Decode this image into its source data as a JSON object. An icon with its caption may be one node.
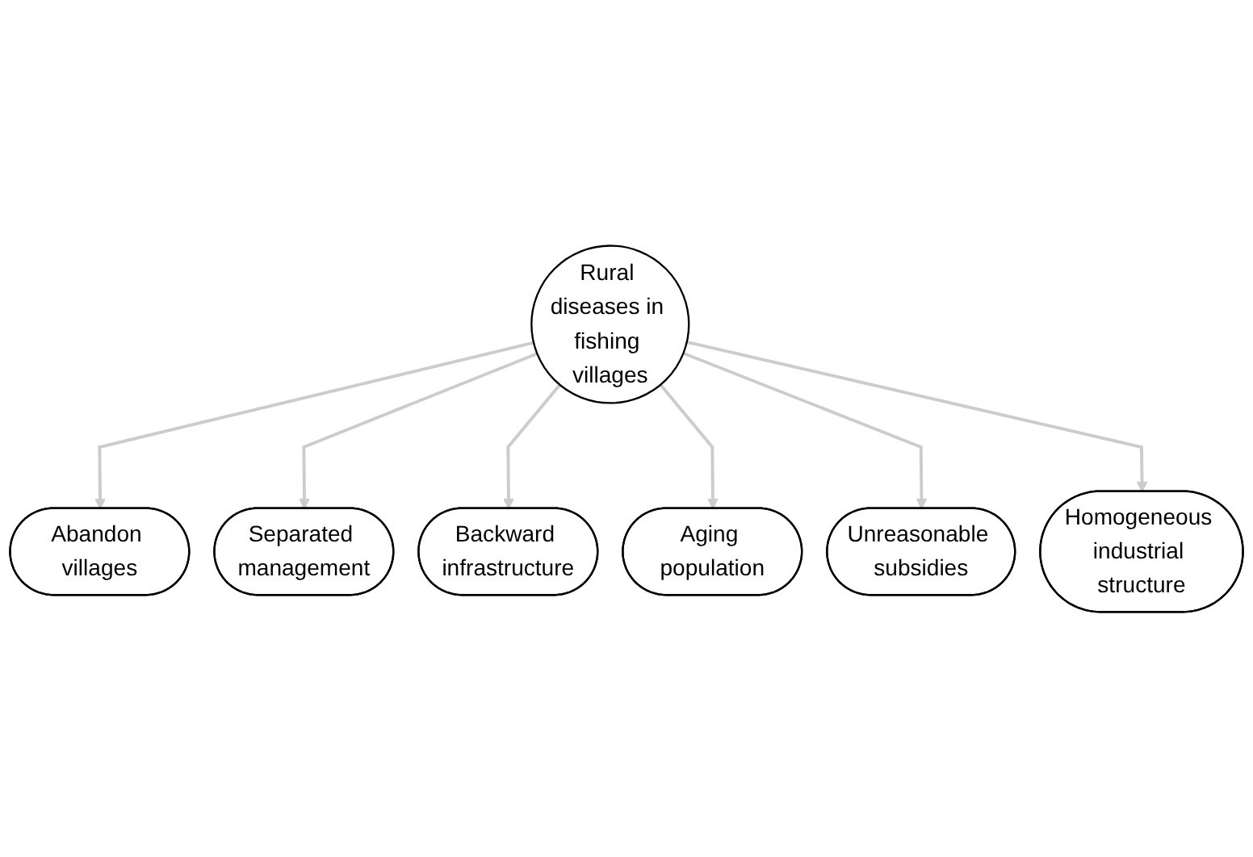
{
  "diagram": {
    "nodes": [
      {
        "text": [
          "Rural diseases in fishing villages"
        ]
      },
      {
        "text": [
          "Abandon villages"
        ]
      },
      {
        "text": [
          "Separated management"
        ]
      },
      {
        "text": [
          "Backward infrastructure"
        ]
      },
      {
        "text": [
          "Aging population"
        ]
      },
      {
        "text": [
          "Unreasonable subsidies"
        ]
      },
      {
        "text": [
          "Homogeneous industrial structure"
        ]
      }
    ],
    "edges": [
      {
        "from": 0,
        "to": 1,
        "arrow": "to"
      },
      {
        "from": 0,
        "to": 2,
        "arrow": "to"
      },
      {
        "from": 0,
        "to": 3,
        "arrow": "to"
      },
      {
        "from": 0,
        "to": 4,
        "arrow": "to"
      },
      {
        "from": 0,
        "to": 5,
        "arrow": "to"
      },
      {
        "from": 0,
        "to": 6,
        "arrow": "to"
      }
    ]
  }
}
